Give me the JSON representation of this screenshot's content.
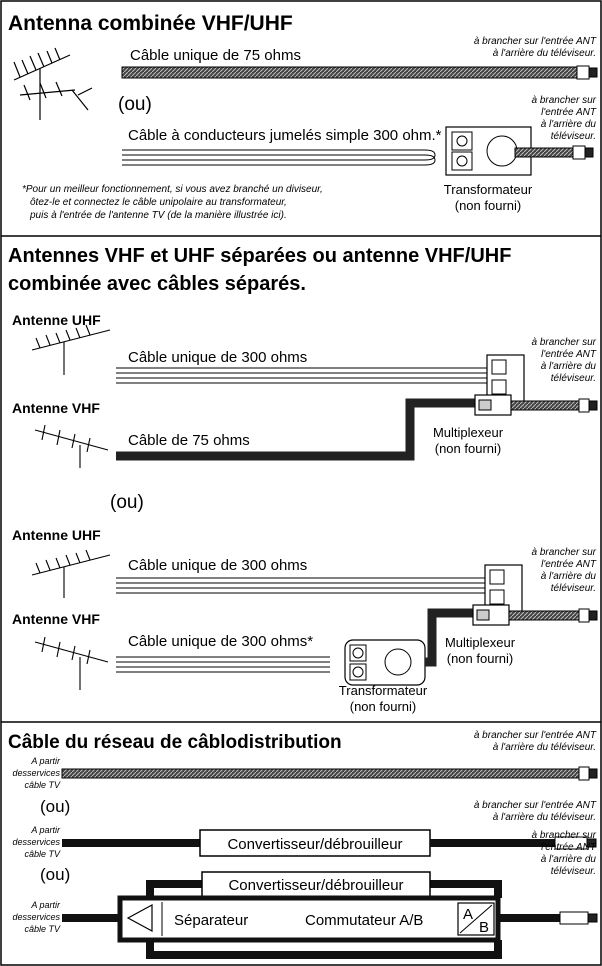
{
  "section1": {
    "title": "Antenna combinée VHF/UHF",
    "cable_75": "Câble unique de 75 ohms",
    "ant_note_line1": "à brancher sur l'entrée ANT",
    "ant_note_line2": "à l'arrière du téléviseur.",
    "ou": "(ou)",
    "cable_300": "Câble à conducteurs jumelés simple 300 ohm.*",
    "ant_note2": [
      "à brancher sur",
      "l'entrée ANT",
      "à l'arrière du",
      "téléviseur."
    ],
    "footnote": [
      "*Pour un meilleur fonctionnement, si vous avez branché un diviseur,",
      "ôtez-le et connectez le câble unipolaire au transformateur,",
      "puis à l'entrée de l'antenne TV (de la manière illustrée ici)."
    ],
    "transformer": [
      "Transformateur",
      "(non fourni)"
    ]
  },
  "section2": {
    "title_line1": "Antennes VHF et UHF séparées ou antenne VHF/UHF",
    "title_line2": "combinée avec câbles séparés.",
    "ant_uhf": "Antenne UHF",
    "ant_vhf": "Antenne VHF",
    "cable_300": "Câble unique de 300 ohms",
    "cable_75": "Câble de 75 ohms",
    "cable_300_star": "Câble unique de 300 ohms*",
    "ant_note": [
      "à brancher sur",
      "l'entrée ANT",
      "à l'arrière du",
      "téléviseur."
    ],
    "multiplexer": [
      "Multiplexeur",
      "(non fourni)"
    ],
    "transformer": [
      "Transformateur",
      "(non fourni)"
    ],
    "ou": "(ou)"
  },
  "section3": {
    "title": "Câble du réseau de câblodistribution",
    "ant_note_line1": "à brancher sur l'entrée ANT",
    "ant_note_line2": "à l'arrière du téléviseur.",
    "source": [
      "A partir",
      "desservices",
      "câble TV"
    ],
    "ou": "(ou)",
    "converter": "Convertisseur/débrouilleur",
    "ant_note4": [
      "à brancher sur",
      "l'entrée ANT",
      "à l'arrière du",
      "téléviseur."
    ],
    "splitter": "Séparateur",
    "switch": "Commutateur A/B",
    "switch_a": "A",
    "switch_b": "B"
  }
}
